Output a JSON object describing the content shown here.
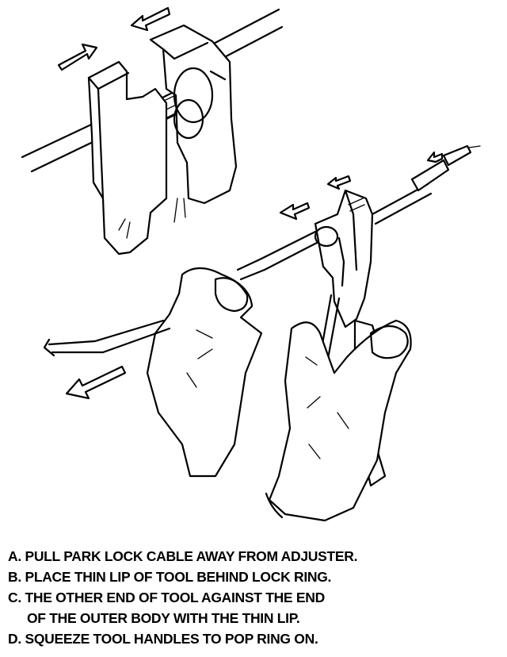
{
  "instructions": [
    {
      "lines": [
        "A. PULL PARK LOCK CABLE AWAY FROM ADJUSTER."
      ]
    },
    {
      "lines": [
        "B. PLACE THIN LIP OF TOOL BEHIND LOCK RING."
      ]
    },
    {
      "lines": [
        "C. THE OTHER END OF TOOL AGAINST THE END",
        "OF THE OUTER BODY WITH THE THIN LIP."
      ]
    },
    {
      "lines": [
        "D. SQUEEZE TOOL HANDLES TO POP RING ON."
      ]
    }
  ]
}
